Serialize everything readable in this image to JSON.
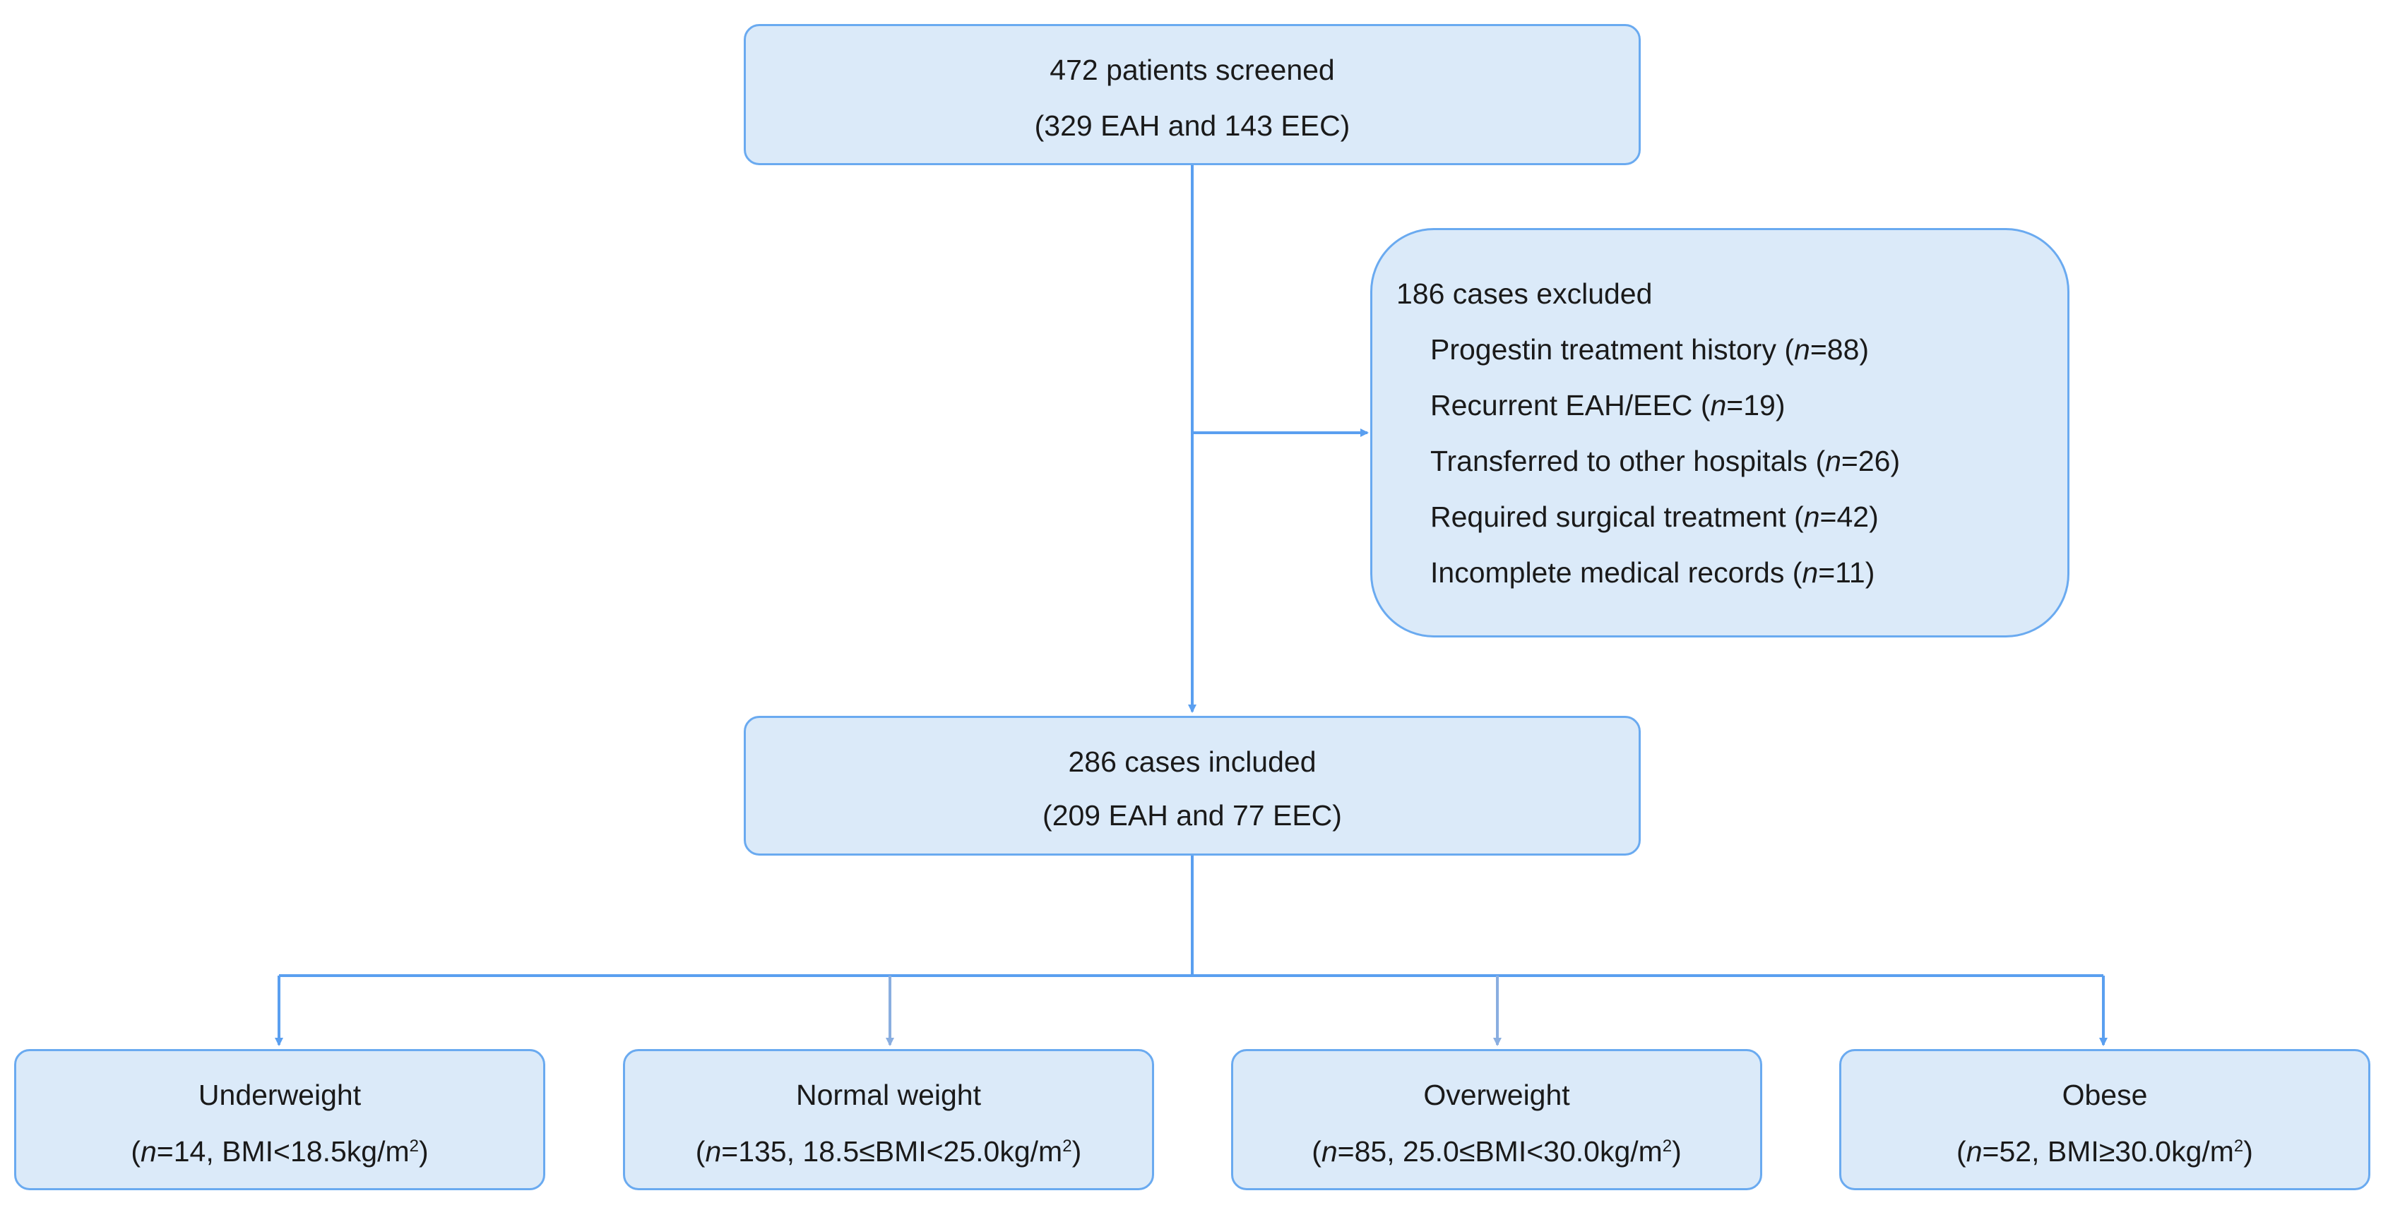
{
  "screened": {
    "line1": "472 patients screened",
    "line2": "(329 EAH and 143 EEC)"
  },
  "excluded": {
    "title": "186 cases excluded",
    "reasons": [
      {
        "label": "Progestin treatment history",
        "n": "88"
      },
      {
        "label": "Recurrent EAH/EEC",
        "n": "19"
      },
      {
        "label": "Transferred to other hospitals",
        "n": "26"
      },
      {
        "label": "Required surgical treatment",
        "n": "42"
      },
      {
        "label": "Incomplete medical records",
        "n": "11"
      }
    ]
  },
  "included": {
    "line1": "286 cases included",
    "line2": "(209 EAH and 77 EEC)"
  },
  "groups": [
    {
      "name": "Underweight",
      "n": "14",
      "bmi": "BMI<18.5kg/m",
      "sup": "2"
    },
    {
      "name": "Normal weight",
      "n": "135",
      "bmi": "18.5≤BMI<25.0kg/m",
      "sup": "2"
    },
    {
      "name": "Overweight",
      "n": "85",
      "bmi": "25.0≤BMI<30.0kg/m",
      "sup": "2"
    },
    {
      "name": "Obese",
      "n": "52",
      "bmi": "BMI≥30.0kg/m",
      "sup": "2"
    }
  ],
  "symbols": {
    "n": "n",
    "eq": "=",
    "open": "(",
    "close": ")",
    "sep": ", "
  },
  "colors": {
    "box_fill": "#dbeaf9",
    "box_border": "#6aaaf0",
    "arrow": "#5a9ff0"
  }
}
